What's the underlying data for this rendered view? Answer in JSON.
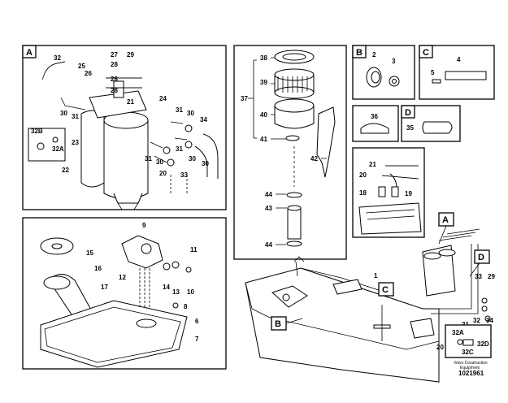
{
  "panels": {
    "A": {
      "tag": "A",
      "labels": [
        "32",
        "25",
        "26",
        "27",
        "28",
        "29",
        "28",
        "28",
        "21",
        "24",
        "31",
        "30",
        "34",
        "31",
        "30",
        "31",
        "30",
        "30",
        "31",
        "23",
        "32B",
        "32A",
        "22",
        "20",
        "33",
        "30"
      ]
    },
    "tank": {
      "labels": [
        "38",
        "39",
        "37",
        "40",
        "41",
        "42",
        "44",
        "43",
        "44"
      ]
    },
    "B": {
      "tag": "B",
      "labels": [
        "2",
        "3"
      ]
    },
    "C": {
      "tag": "C",
      "labels": [
        "4",
        "5"
      ]
    },
    "clip": {
      "labels": [
        "36"
      ]
    },
    "D": {
      "tag": "D",
      "labels": [
        "35"
      ]
    },
    "hose": {
      "labels": [
        "21",
        "20",
        "18",
        "19"
      ]
    },
    "sender": {
      "labels": [
        "15",
        "16",
        "17",
        "9",
        "11",
        "12",
        "14",
        "13",
        "10",
        "8",
        "6",
        "7"
      ]
    },
    "main": {
      "labels": [
        "1",
        "33",
        "29",
        "32",
        "34",
        "21",
        "20",
        "32A",
        "32D",
        "32C"
      ],
      "tags": [
        "A",
        "B",
        "C",
        "D"
      ]
    }
  },
  "footer": {
    "line1": "Volvo Construction",
    "line2": "Equipment",
    "ref": "1021961"
  }
}
